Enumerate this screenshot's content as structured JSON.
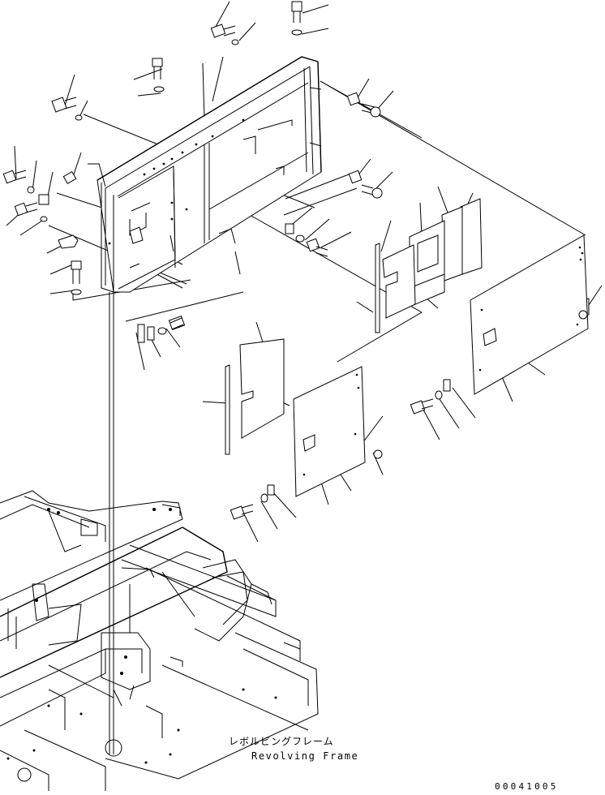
{
  "diagram": {
    "caption_jp": "レボルビングフレーム",
    "caption_en": "Revolving Frame",
    "drawing_code": "00041005"
  }
}
